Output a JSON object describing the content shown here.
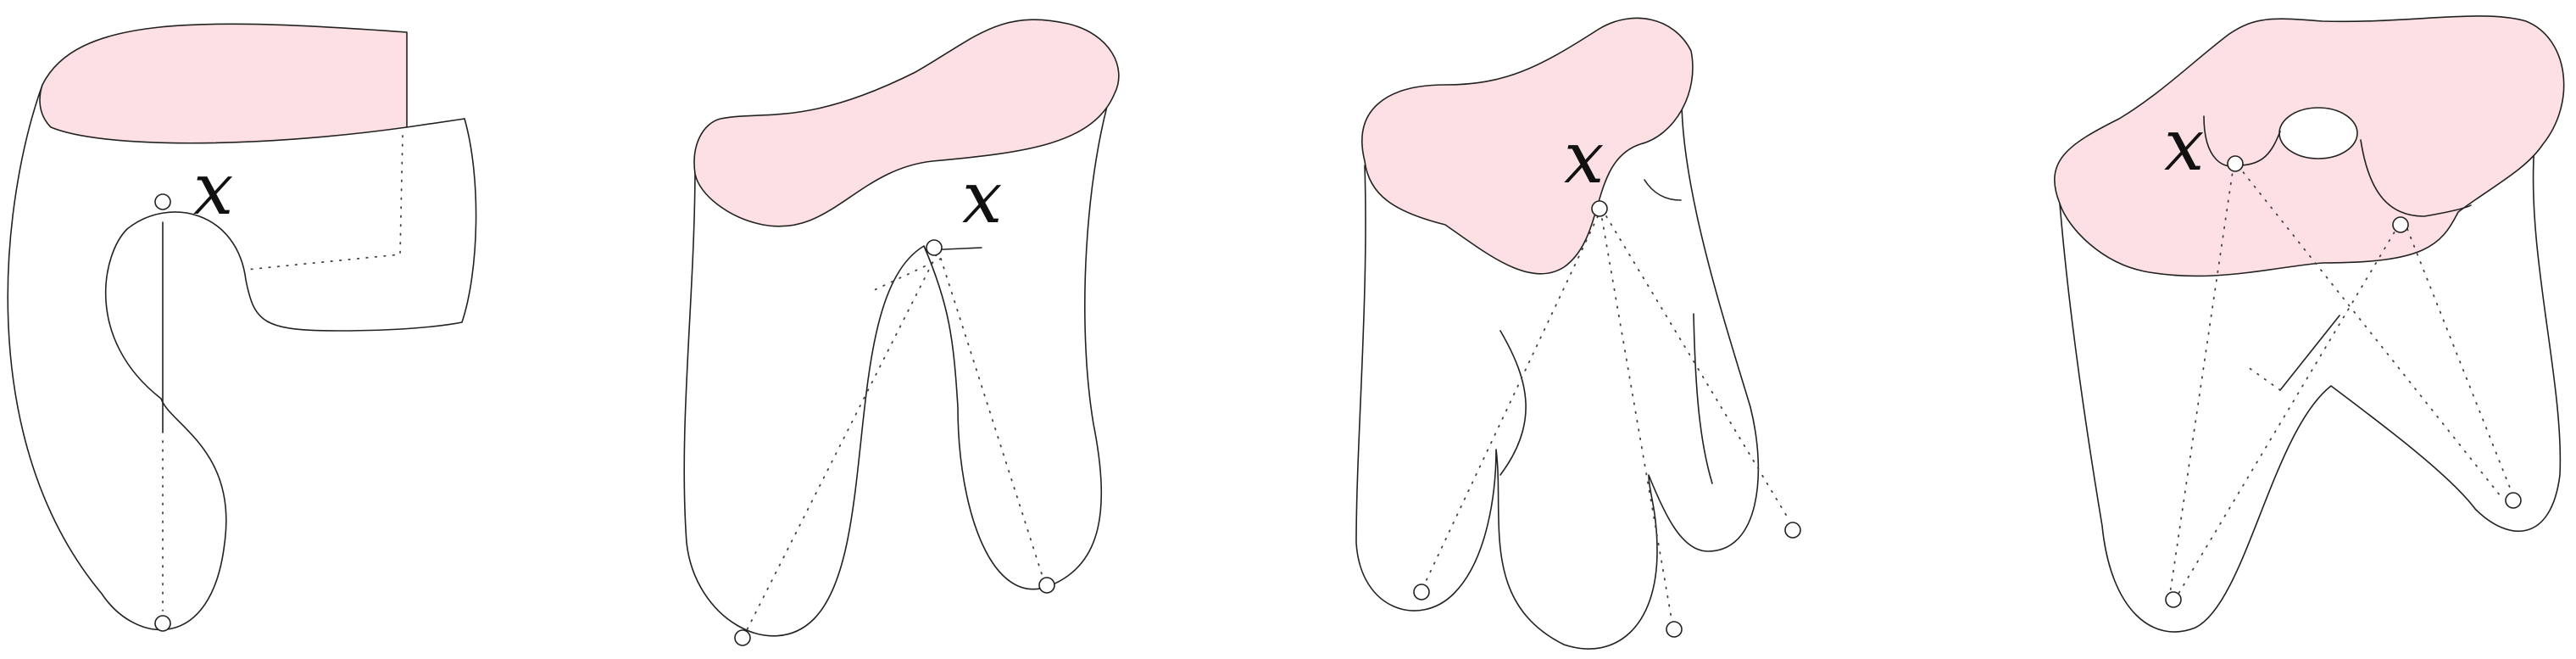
{
  "figures": [
    {
      "label": "x"
    },
    {
      "label": "x"
    },
    {
      "label": "x"
    },
    {
      "label": "x"
    }
  ],
  "colors": {
    "face_fill": "#fde0e3",
    "stroke": "#222222",
    "background": "#ffffff"
  }
}
